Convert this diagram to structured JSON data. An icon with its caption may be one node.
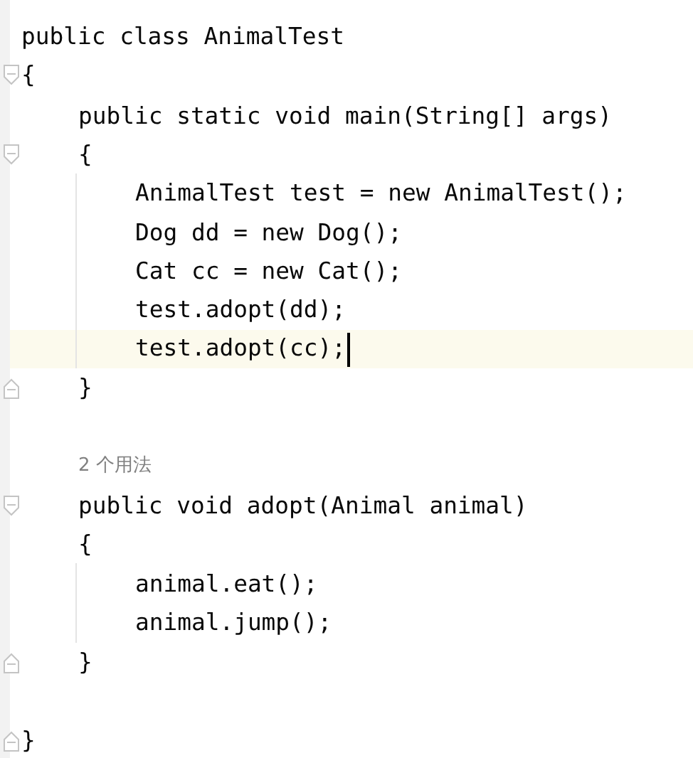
{
  "diagram": {
    "labels": [
      "public class AnimalTest",
      "{",
      "public static void main(String[] args)",
      "{",
      "AnimalTest test = new AnimalTest();",
      "Dog dd = new Dog();",
      "Cat cc = new Cat();",
      "test.adopt(dd);",
      "test.adopt(cc);",
      "}",
      "2 个用法",
      "public void adopt(Animal animal)",
      "{",
      "animal.eat();",
      "animal.jump();",
      "}",
      "}"
    ]
  }
}
